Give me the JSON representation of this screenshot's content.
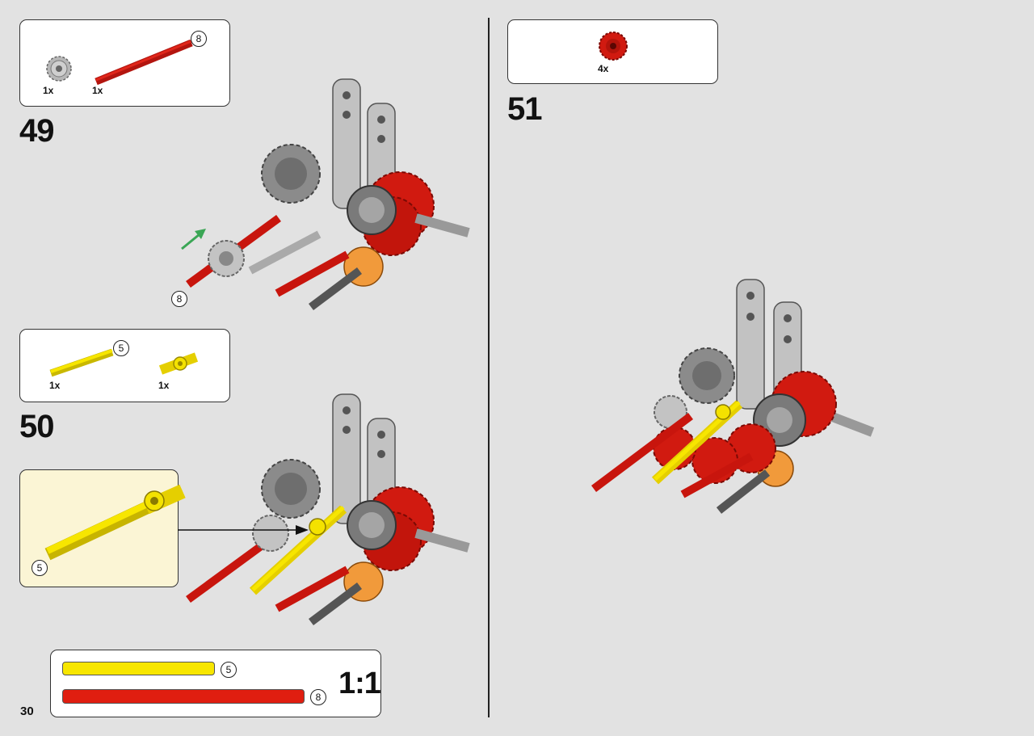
{
  "page": {
    "number": "30"
  },
  "steps": [
    {
      "number": "49",
      "parts": [
        {
          "qty": "1x",
          "name": "gray-gear-icon"
        },
        {
          "qty": "1x",
          "name": "red-axle-icon",
          "length": "8"
        }
      ],
      "callout_length": "8"
    },
    {
      "number": "50",
      "parts": [
        {
          "qty": "1x",
          "name": "yellow-axle-icon",
          "length": "5"
        },
        {
          "qty": "1x",
          "name": "yellow-connector-icon"
        }
      ],
      "callout_length": "5"
    },
    {
      "number": "51",
      "parts": [
        {
          "qty": "4x",
          "name": "red-gear-icon"
        }
      ]
    }
  ],
  "ruler": {
    "ratio": "1:1",
    "axles": [
      {
        "length": "5",
        "color": "#f7e600"
      },
      {
        "length": "8",
        "color": "#e01e10"
      }
    ]
  },
  "colors": {
    "red": "#d8150c",
    "yellow": "#f4e200",
    "gray": "#8a8a8a",
    "light_gray": "#c8c8c8",
    "orange": "#f19a3b",
    "green": "#3aa655"
  }
}
